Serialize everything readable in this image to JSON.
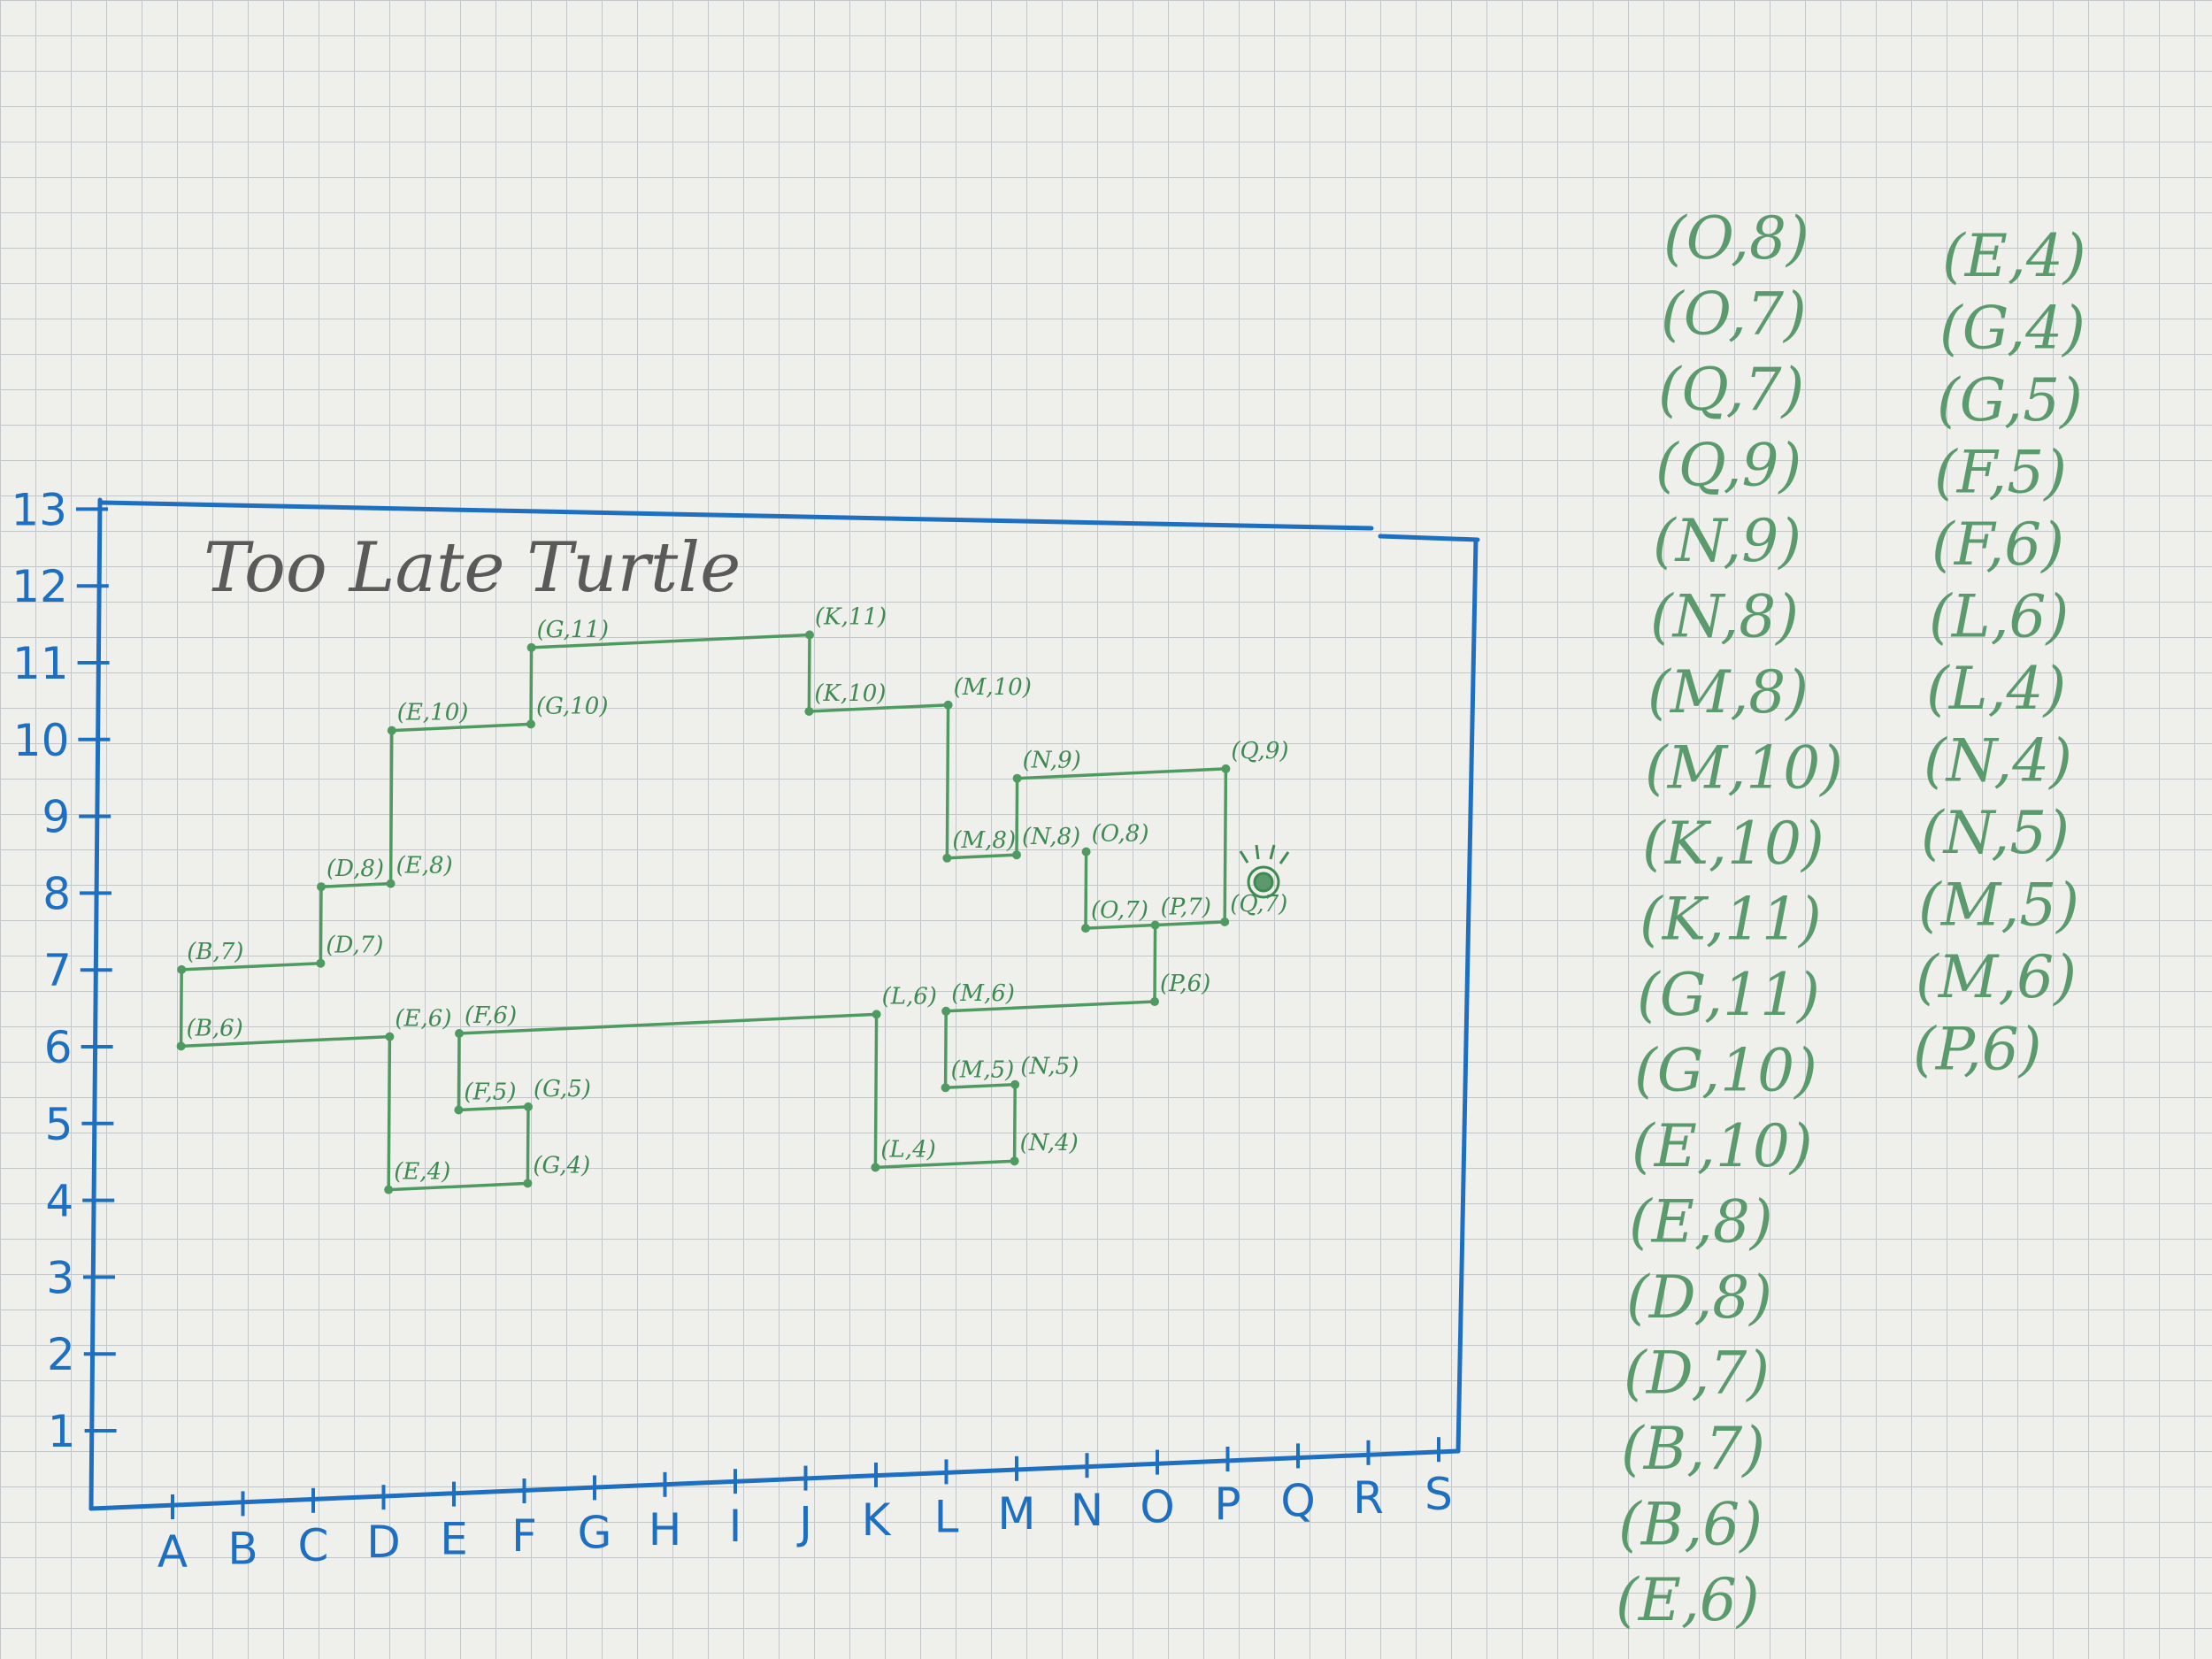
{
  "title": "Too Late Turtle",
  "colors": {
    "paper": "#efefec",
    "grid": "#bfc4c4",
    "axis": "#1f6fc1",
    "path": "#4f9a60",
    "label": "#3f8a52",
    "list": "#5a9a6c",
    "title": "#5a5a5a"
  },
  "x_axis": [
    "A",
    "B",
    "C",
    "D",
    "E",
    "F",
    "G",
    "H",
    "I",
    "J",
    "K",
    "L",
    "M",
    "N",
    "O",
    "P",
    "Q",
    "R",
    "S"
  ],
  "y_axis": [
    "1",
    "2",
    "3",
    "4",
    "5",
    "6",
    "7",
    "8",
    "9",
    "10",
    "11",
    "12",
    "13"
  ],
  "path_points": [
    {
      "label": "(E,6)",
      "x": 5,
      "y": 6
    },
    {
      "label": "(B,6)",
      "x": 2,
      "y": 6
    },
    {
      "label": "(B,7)",
      "x": 2,
      "y": 7
    },
    {
      "label": "(D,7)",
      "x": 4,
      "y": 7
    },
    {
      "label": "(D,8)",
      "x": 4,
      "y": 8
    },
    {
      "label": "(E,8)",
      "x": 5,
      "y": 8
    },
    {
      "label": "(E,10)",
      "x": 5,
      "y": 10
    },
    {
      "label": "(G,10)",
      "x": 7,
      "y": 10
    },
    {
      "label": "(G,11)",
      "x": 7,
      "y": 11
    },
    {
      "label": "(K,11)",
      "x": 11,
      "y": 11
    },
    {
      "label": "(K,10)",
      "x": 11,
      "y": 10
    },
    {
      "label": "(M,10)",
      "x": 13,
      "y": 10
    },
    {
      "label": "(M,8)",
      "x": 13,
      "y": 8
    },
    {
      "label": "(N,8)",
      "x": 14,
      "y": 8
    },
    {
      "label": "(N,9)",
      "x": 14,
      "y": 9
    },
    {
      "label": "(Q,9)",
      "x": 17,
      "y": 9
    },
    {
      "label": "(Q,7)",
      "x": 17,
      "y": 7
    },
    {
      "label": "(O,7)",
      "x": 15,
      "y": 7
    },
    {
      "label": "(O,8)",
      "x": 15,
      "y": 8
    },
    {
      "label": "(E,4)",
      "x": 5,
      "y": 4
    },
    {
      "label": "(G,4)",
      "x": 7,
      "y": 4
    },
    {
      "label": "(G,5)",
      "x": 7,
      "y": 5
    },
    {
      "label": "(F,5)",
      "x": 6,
      "y": 5
    },
    {
      "label": "(F,6)",
      "x": 6,
      "y": 6
    },
    {
      "label": "(L,6)",
      "x": 12,
      "y": 6
    },
    {
      "label": "(L,4)",
      "x": 12,
      "y": 4
    },
    {
      "label": "(N,4)",
      "x": 14,
      "y": 4
    },
    {
      "label": "(N,5)",
      "x": 14,
      "y": 5
    },
    {
      "label": "(M,5)",
      "x": 13,
      "y": 5
    },
    {
      "label": "(M,6)",
      "x": 13,
      "y": 6
    },
    {
      "label": "(P,6)",
      "x": 16,
      "y": 6
    },
    {
      "label": "(P,7)",
      "x": 16,
      "y": 7
    }
  ],
  "list_column_1": [
    "(O,8)",
    "(O,7)",
    "(Q,7)",
    "(Q,9)",
    "(N,9)",
    "(N,8)",
    "(M,8)",
    "(M,10)",
    "(K,10)",
    "(K,11)",
    "(G,11)",
    "(G,10)",
    "(E,10)",
    "(E,8)",
    "(D,8)",
    "(D,7)",
    "(B,7)",
    "(B,6)",
    "(E,6)"
  ],
  "list_column_2": [
    "(E,4)",
    "(G,4)",
    "(G,5)",
    "(F,5)",
    "(F,6)",
    "(L,6)",
    "(L,4)",
    "(N,4)",
    "(N,5)",
    "(M,5)",
    "(M,6)",
    "(P,6)"
  ]
}
